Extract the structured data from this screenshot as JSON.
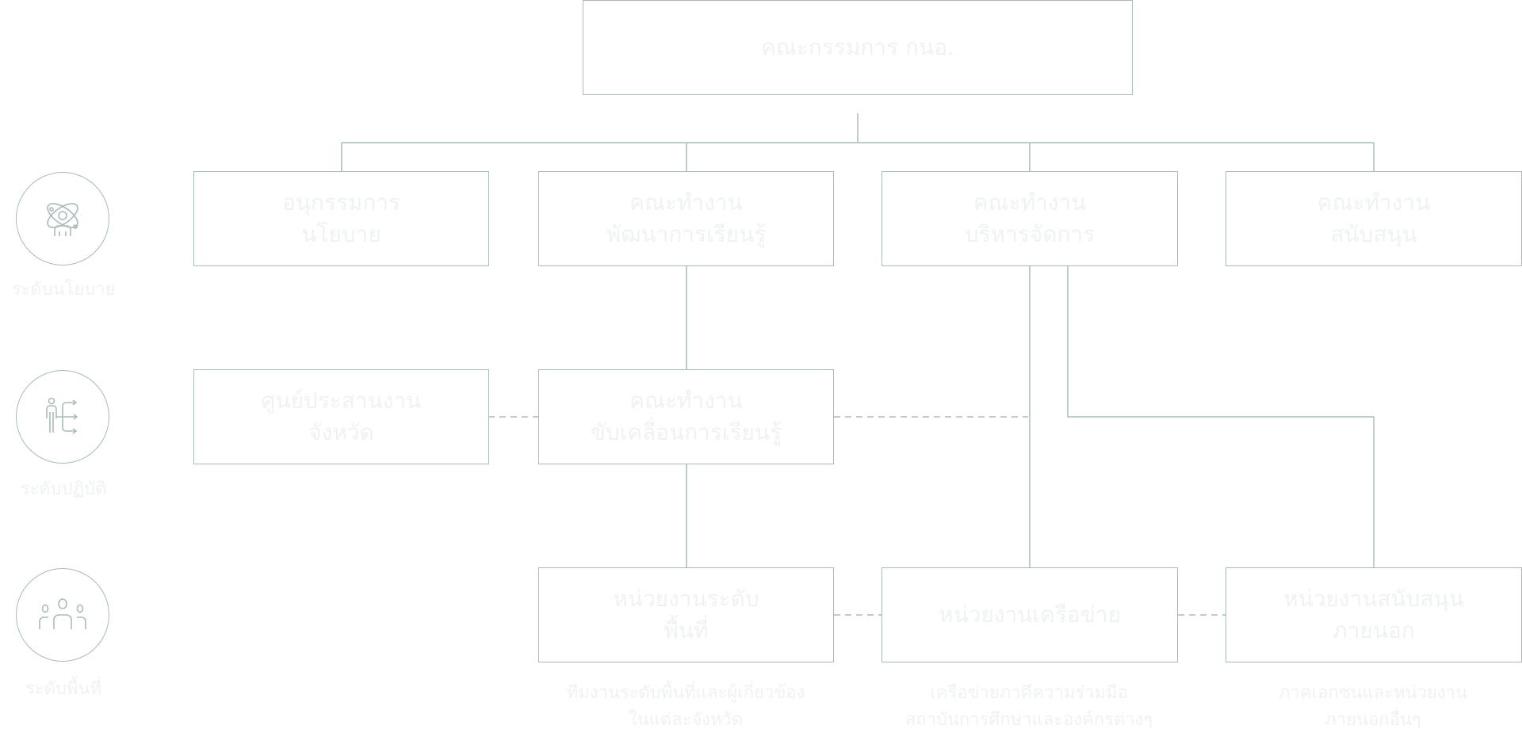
{
  "diagram": {
    "top": {
      "label": "คณะกรรมการ กนอ."
    },
    "tier1": [
      {
        "label": "อนุกรรมการ\nนโยบาย"
      },
      {
        "label": "คณะทำงาน\nพัฒนาการเรียนรู้"
      },
      {
        "label": "คณะทำงาน\nบริหารจัดการ"
      },
      {
        "label": "คณะทำงาน\nสนับสนุน"
      }
    ],
    "tier2": [
      {
        "label": "ศูนย์ประสานงาน\nจังหวัด"
      },
      {
        "label": "คณะทำงาน\nขับเคลื่อนการเรียนรู้"
      }
    ],
    "tier3": [
      {
        "label": "หน่วยงานระดับ\nพื้นที่"
      },
      {
        "label": "หน่วยงานเครือข่าย"
      },
      {
        "label": "หน่วยงานสนับสนุน\nภายนอก"
      }
    ],
    "levels": [
      {
        "icon": "people-network-icon",
        "label": "ระดับนโยบาย"
      },
      {
        "icon": "person-directions-icon",
        "label": "ระดับปฏิบัติ"
      },
      {
        "icon": "group-icon",
        "label": "ระดับพื้นที่"
      }
    ],
    "notes": [
      "ทีมงานระดับพื้นที่และผู้เกี่ยวข้อง\nในแต่ละจังหวัด",
      "เครือข่ายภาคีความร่วมมือ\nสถาบันการศึกษาและองค์กรต่างๆ",
      "ภาคเอกชนและหน่วยงาน\nภายนอกอื่นๆ"
    ],
    "colors": {
      "stroke": "#a9bbbb",
      "text": "#eef3f1",
      "background": "#ffffff"
    }
  }
}
